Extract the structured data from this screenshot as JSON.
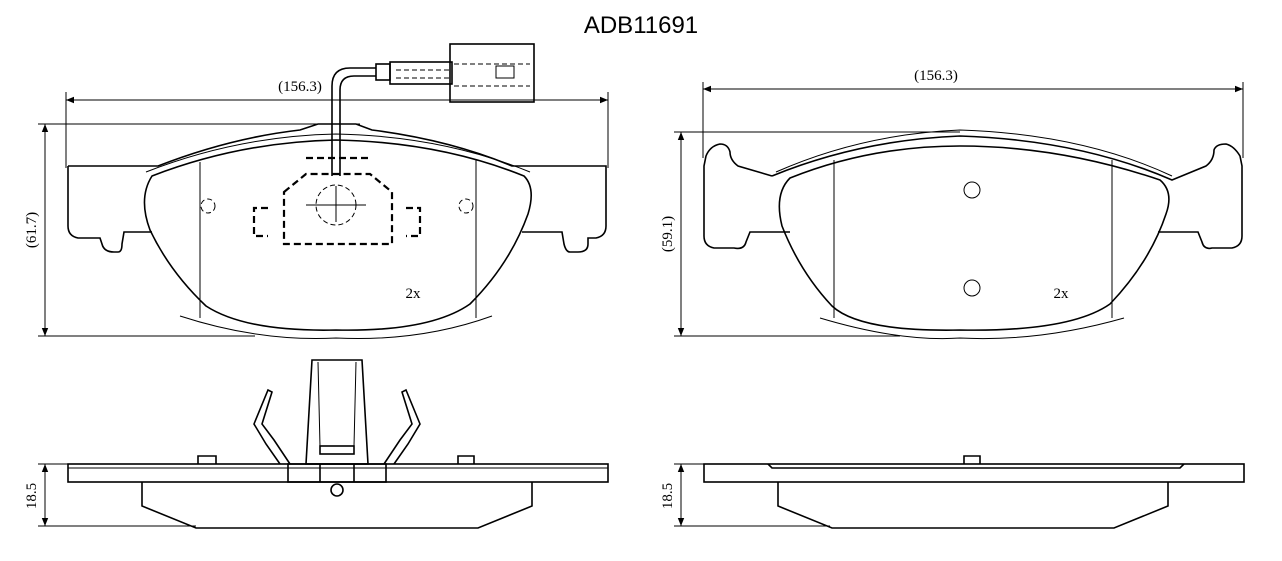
{
  "title": "ADB11691",
  "front_view": {
    "width_dim": "(156.3)",
    "height_dim": "(61.7)",
    "quantity": "2x"
  },
  "back_view": {
    "width_dim": "(156.3)",
    "height_dim": "(59.1)",
    "quantity": "2x"
  },
  "side_views": {
    "left_thickness": "18.5",
    "right_thickness": "18.5"
  }
}
